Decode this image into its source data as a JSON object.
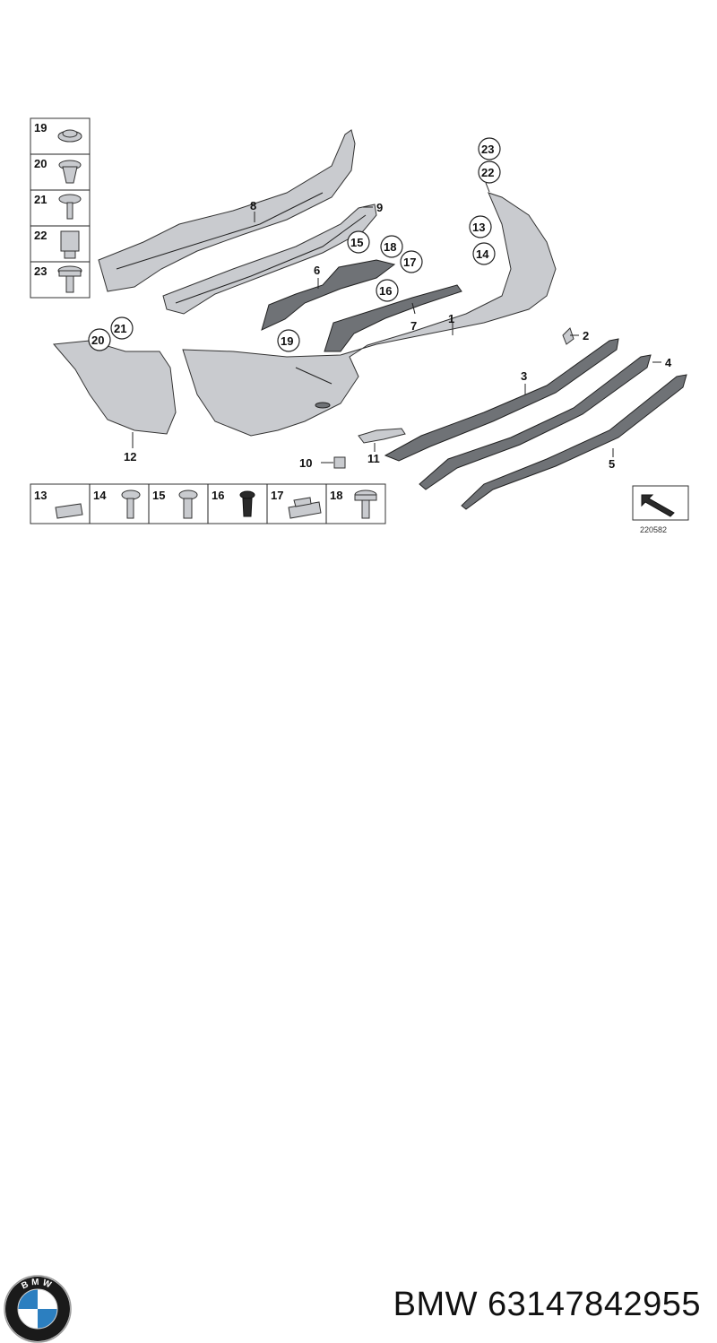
{
  "diagram": {
    "labels": {
      "l1": "1",
      "l2": "2",
      "l3": "3",
      "l4": "4",
      "l5": "5",
      "l6": "6",
      "l7": "7",
      "l8": "8",
      "l9": "9",
      "l10": "10",
      "l11": "11",
      "l12": "12",
      "c13": "13",
      "c14": "14",
      "c15": "15",
      "c16": "16",
      "c17": "17",
      "c18": "18",
      "c19": "19",
      "c20": "20",
      "c21": "21",
      "c22": "22",
      "c23": "23"
    },
    "left_legend": [
      "19",
      "20",
      "21",
      "22",
      "23"
    ],
    "bottom_legend": [
      "13",
      "14",
      "15",
      "16",
      "17",
      "18"
    ],
    "reference_number": "220582"
  },
  "footer": {
    "brand_logo": "bmw-logo",
    "brand_logo_text": "BMW",
    "part_number_text": "BMW 63147842955"
  },
  "colors": {
    "part_fill": "#c9cbcf",
    "trim_fill": "#6f7276",
    "logo_blue": "#2c7fc0",
    "logo_ring": "#1a1a1a"
  }
}
